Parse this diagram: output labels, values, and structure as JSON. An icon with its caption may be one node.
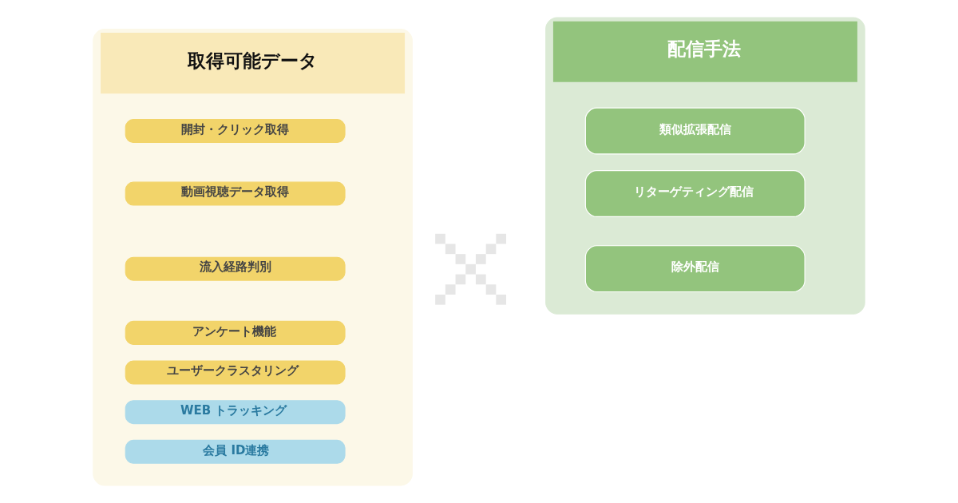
{
  "diagram": {
    "nodes": [
      {
        "text": [
          "取得可能データ"
        ]
      },
      {
        "text": [
          "開封・クリック取得"
        ],
        "in": 0
      },
      {
        "text": [
          "動画視聴データ取得"
        ],
        "in": 0
      },
      {
        "text": [
          "流入経路判別"
        ],
        "in": 0
      },
      {
        "text": [
          "アンケート機能"
        ],
        "in": 0
      },
      {
        "text": [
          "ユーザークラスタリング"
        ],
        "in": 0
      },
      {
        "text": [
          "WEB トラッキング"
        ],
        "in": 0
      },
      {
        "text": [
          "会員 ID連携"
        ],
        "in": 0
      },
      {
        "text": [],
        "shape": "cross"
      },
      {
        "text": [
          "配信手法"
        ]
      },
      {
        "text": [
          "類似拡張配信"
        ],
        "in": 9
      },
      {
        "text": [
          "リターゲティング配信"
        ],
        "in": 9
      },
      {
        "text": [
          "除外配信"
        ],
        "in": 9
      }
    ],
    "edges": []
  }
}
